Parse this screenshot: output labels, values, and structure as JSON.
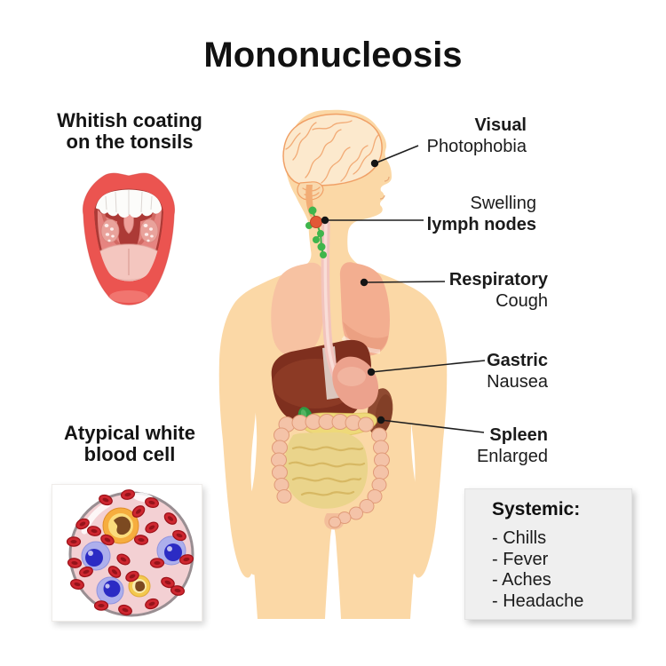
{
  "title": "Mononucleosis",
  "annotations": {
    "tonsils": {
      "line1": "Whitish coating",
      "line2": "on the tonsils"
    },
    "visual": {
      "title": "Visual",
      "symptom": "Photophobia"
    },
    "lymph_nodes": {
      "symptom": "Swelling",
      "title": "lymph nodes"
    },
    "respiratory": {
      "title": "Respiratory",
      "symptom": "Cough"
    },
    "gastric": {
      "title": "Gastric",
      "symptom": "Nausea"
    },
    "spleen": {
      "title": "Spleen",
      "symptom": "Enlarged"
    },
    "blood_cell": {
      "line1": "Atypical white",
      "line2": "blood cell"
    },
    "systemic": {
      "heading": "Systemic:",
      "items": [
        "- Chills",
        "- Fever",
        "- Aches",
        "- Headache"
      ]
    }
  },
  "colors": {
    "background": "#FFFFFF",
    "text": "#1A1A1A",
    "skin": "#FBD8A6",
    "brain_fill": "#FCE9CD",
    "brain_outline": "#F0A066",
    "lips": "#EB5450",
    "mouth_cavity": "#AC3A36",
    "palate": "#E68480",
    "tonsil": "#E9A29B",
    "tongue": "#F4C6BF",
    "lung_left": "#F7C2A2",
    "lung_right": "#F3AE90",
    "liver": "#7E2F1E",
    "stomach": "#ECA28D",
    "spleen": "#8F4A31",
    "pancreas": "#EED979",
    "gallbladder": "#2F9B43",
    "intestine_large": "#F4C3A8",
    "intestine_small": "#EAD48B",
    "esophagus": "#F2C4BD",
    "lymph_node_green": "#3FB54C",
    "lymph_node_red": "#E25837",
    "connector": "#1E1E1E",
    "panel_gray": "#EFEFEF",
    "cell_plasma": "#F3D0D3",
    "rbc_red": "#CE2730",
    "wbc_blue": "#2B2BC4",
    "atypical_orange": "#F6AD3E"
  }
}
